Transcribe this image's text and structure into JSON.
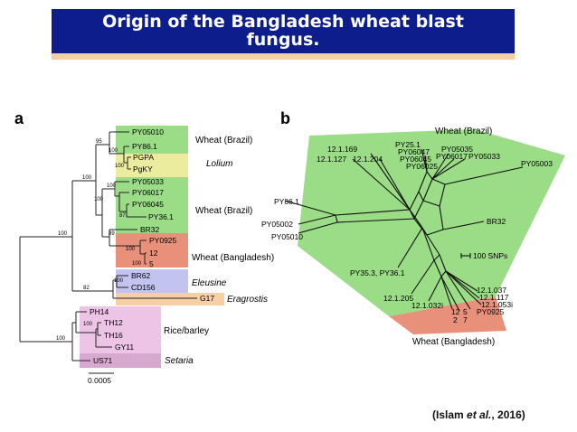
{
  "title": "Origin of the Bangladesh wheat blast\nfungus.",
  "panel_a": {
    "letter": "a",
    "leaves": [
      "PY05010",
      "PY86.1",
      "PGPA",
      "PgKY",
      "PY05033",
      "PY06017",
      "PY06045",
      "PY36.1",
      "BR32",
      "PY0925",
      "12",
      "5",
      "BR62",
      "CD156",
      "G17",
      "PH14",
      "TH12",
      "TH16",
      "GY11",
      "US71"
    ],
    "bootstrap": [
      "95",
      "100",
      "100",
      "100",
      "100",
      "87",
      "100",
      "89",
      "100",
      "100",
      "100",
      "82",
      "100",
      "100",
      "100"
    ],
    "groups": [
      "Wheat (Brazil)",
      "Lolium",
      "Wheat (Brazil)",
      "Wheat (Bangladesh)",
      "Eleusine",
      "Eragrostis",
      "Rice/barley",
      "Setaria"
    ],
    "scale": "0.0005"
  },
  "panel_b": {
    "letter": "b",
    "labels": [
      "12.1.169",
      "12.1.127",
      "12.1.204",
      "PY25.1",
      "PY06047",
      "PY06045",
      "PY06025",
      "PY05035",
      "PY06017",
      "PY05033",
      "PY05003",
      "PY86.1",
      "PY05002",
      "PY05010",
      "BR32",
      "100 SNPs",
      "PY35.3, PY36.1",
      "12.1.205",
      "12.1.032i",
      "12.1.037",
      "12.1.117",
      "12.1.053i",
      "PY0925",
      "12",
      "5",
      "2",
      "7"
    ],
    "group_top": "Wheat (Brazil)",
    "group_bottom": "Wheat (Bangladesh)"
  },
  "citation": {
    "open": "(Islam ",
    "etal": "et al.",
    "close": ", 2016)"
  },
  "colors": {
    "banner": "#0d1e8c",
    "wheat_green": "#9bdc86",
    "lolium_yellow": "#ecec9e",
    "bangladesh_salmon": "#e8907a",
    "eleusine_lavender": "#c3c3ef",
    "eragrostis_peach": "#f6cfa5",
    "rice_pink": "#eec4e6",
    "setaria_mauve": "#d7a9d1"
  }
}
